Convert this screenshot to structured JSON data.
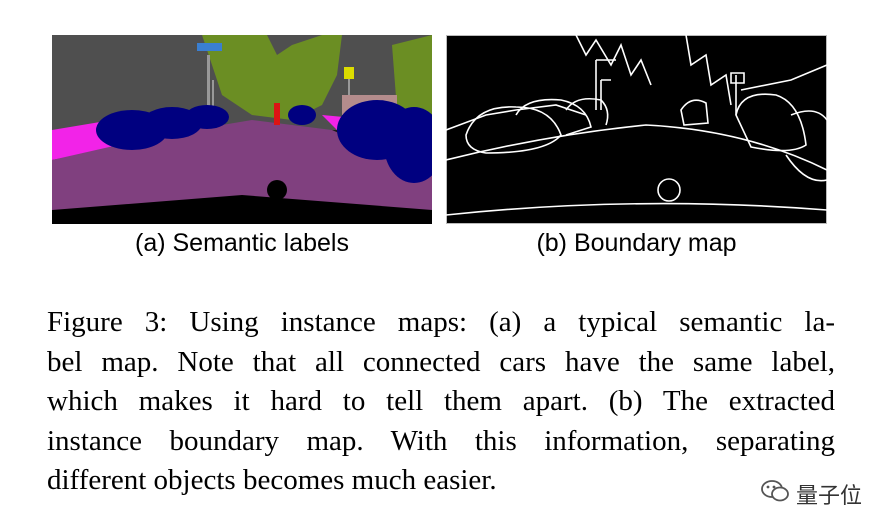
{
  "figure": {
    "panel_a_label": "(a) Semantic labels",
    "panel_b_label": "(b) Boundary map",
    "caption_lines": [
      "Figure 3: Using instance maps: (a) a typical semantic la-",
      "bel map. Note that all connected cars have the same label,",
      "which makes it hard to tell them apart. (b) The extracted",
      "instance boundary map. With this information, separating",
      "different objects becomes much easier."
    ]
  },
  "watermark": {
    "text": "量子位",
    "icon": "wechat-bubble-icon"
  },
  "colors": {
    "sky": "#4f4f4f",
    "vegetation": "#6b8e23",
    "road": "#80407f",
    "car": "#000080",
    "sidewalk": "#f223e8",
    "person": "#dc1414",
    "building": "#464646",
    "sign": "#dcdc00",
    "pole": "#999999"
  }
}
